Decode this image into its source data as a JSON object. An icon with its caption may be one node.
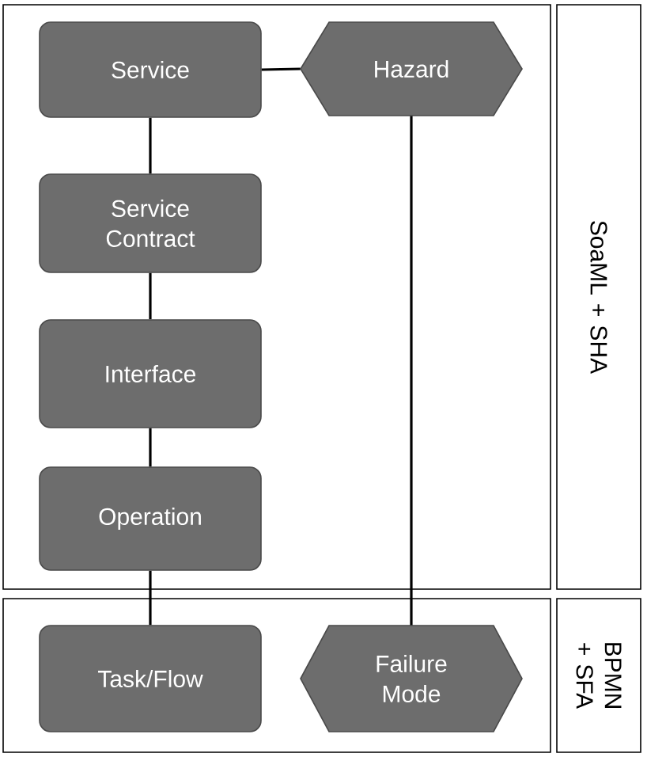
{
  "diagram": {
    "nodes": [
      {
        "text": [],
        "shape": "box"
      },
      {
        "text": [
          "Service"
        ],
        "in": 0
      },
      {
        "text": [
          "Hazard"
        ],
        "in": 0
      },
      {
        "text": [
          "Service Contract"
        ],
        "in": 0
      },
      {
        "text": [
          "Interface"
        ],
        "in": 0
      },
      {
        "text": [
          "Operation"
        ],
        "in": 0
      },
      {
        "text": [
          "SoaML + SHA"
        ]
      },
      {
        "text": [],
        "shape": "box"
      },
      {
        "text": [
          "Task/Flow"
        ],
        "in": 7
      },
      {
        "text": [
          "Failure Mode"
        ],
        "in": 7
      },
      {
        "text": [
          "BPMN + SFA"
        ]
      }
    ],
    "edges": [
      {
        "from": 1,
        "to": 2,
        "arrow": "none"
      },
      {
        "from": 1,
        "to": 3,
        "arrow": "none"
      },
      {
        "from": 3,
        "to": 4,
        "arrow": "none"
      },
      {
        "from": 4,
        "to": 5,
        "arrow": "none"
      },
      {
        "from": 5,
        "to": 8,
        "arrow": "none"
      },
      {
        "from": 2,
        "to": 9,
        "arrow": "none"
      }
    ]
  }
}
